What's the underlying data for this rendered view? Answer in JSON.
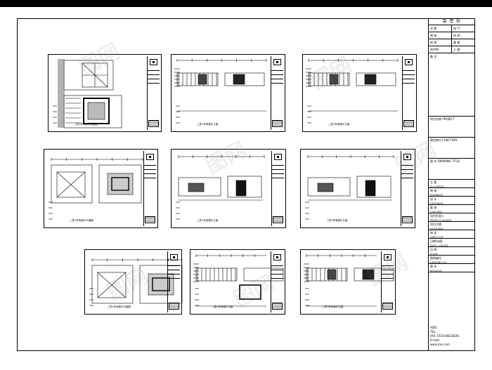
{
  "title_block": {
    "header": "会 签 栏",
    "signoff": [
      "总 图",
      "电 气",
      "建 筑",
      "给 排",
      "结 构",
      "暖 通",
      "经济师",
      "土 建"
    ],
    "remark_label": "备 注:",
    "project_label": "项目名称",
    "project_en": "PROJECT",
    "client_label": "建设单位",
    "client_en": "FUNCTION",
    "drawing_label": "图 名",
    "drawing_en": "DRAWING TITLE",
    "fields": [
      {
        "label": "主 管",
        "en": "IN CHARGE"
      },
      {
        "label": "审 核",
        "en": "ENGINEER"
      },
      {
        "label": "设 计",
        "en": "DESIGNED"
      },
      {
        "label": "复 核",
        "en": "CHECKED"
      },
      {
        "label": "项目负责人",
        "en": "PROJECT LEADER"
      },
      {
        "label": "项目主管",
        "en": "ASSISTANT"
      },
      {
        "label": "审 定",
        "en": "DIRECTOR"
      },
      {
        "label": "日期/出图",
        "en": "DATE / ISSUED"
      },
      {
        "label": "比 例",
        "en": "SCALE"
      },
      {
        "label": "图纸编号",
        "en": "DRAWING NO."
      },
      {
        "label": "版 本",
        "en": "REVISION"
      }
    ],
    "contact": {
      "add": "ADD:",
      "tel": "TEL:",
      "fax": "FAX: 0510-88228261",
      "email": "E-mail:",
      "web": "www.jrxx.com"
    }
  },
  "sheets": [
    {
      "caption": "二层1号电梯厅顶面图"
    },
    {
      "caption": "二层1号电梯厅立面"
    },
    {
      "caption": "二层1号电梯厅立面"
    },
    {
      "caption": "二层1号电梯厅平面图"
    },
    {
      "caption": "二层1号电梯厅立面"
    },
    {
      "caption": "二层1号电梯厅立面"
    },
    {
      "caption": "二层1号电梯厅平面图"
    },
    {
      "caption": "二层1号电梯厅立面"
    },
    {
      "caption": "二层1号电梯厅立面"
    }
  ],
  "watermark": "图网"
}
